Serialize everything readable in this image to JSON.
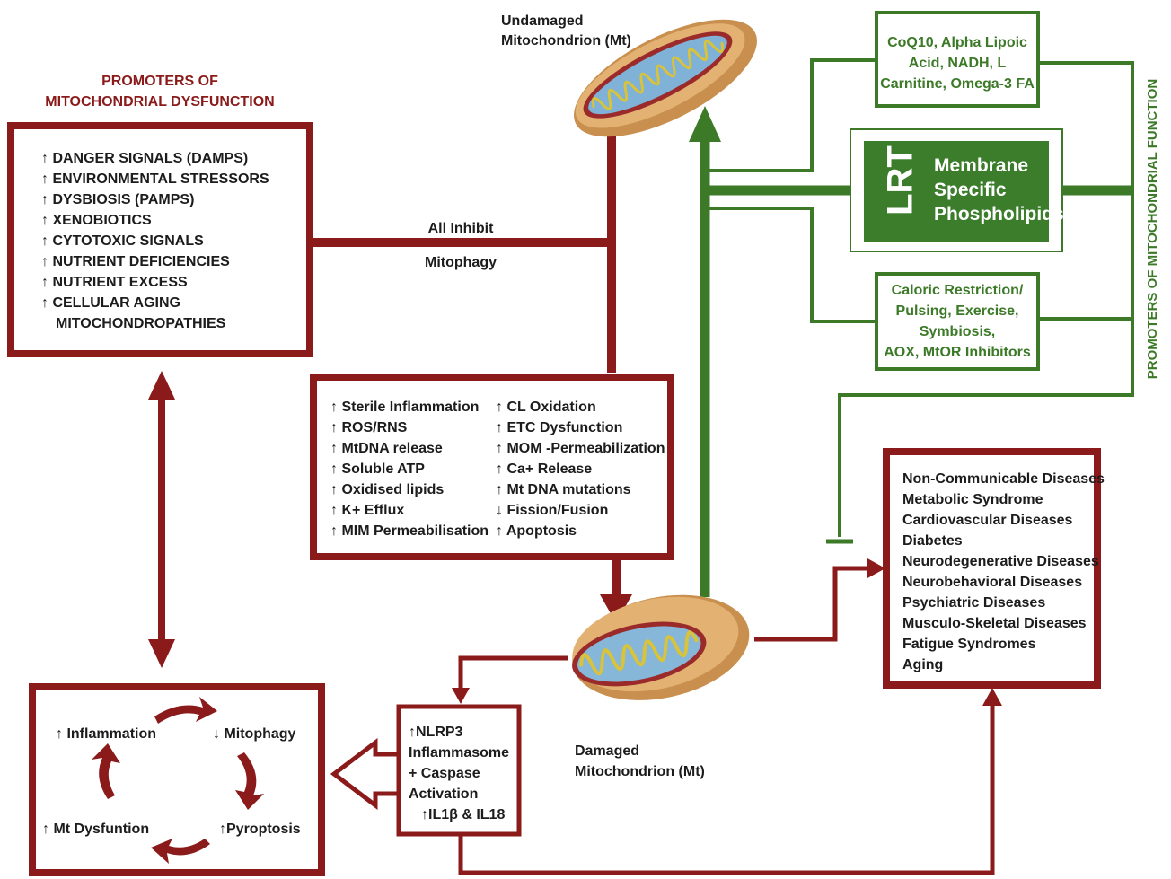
{
  "colors": {
    "red": "#8b1a1a",
    "green": "#3c7a28",
    "text": "#1c1c1c",
    "lrt_fill": "#3b7d2b",
    "mito_outer": "#d9a462",
    "mito_inner": "#8ab8d8"
  },
  "undamaged": {
    "line1": "Undamaged",
    "line2": "Mitochondrion (Mt)"
  },
  "damaged": {
    "line1": "Damaged",
    "line2": "Mitochondrion (Mt)"
  },
  "promoters_dysfunction": {
    "title_line1": "PROMOTERS OF",
    "title_line2": "MITOCHONDRIAL DYSFUNCTION",
    "items": [
      "↑ DANGER SIGNALS (DAMPS)",
      "↑ ENVIRONMENTAL STRESSORS",
      "↑ DYSBIOSIS (PAMPS)",
      "↑ XENOBIOTICS",
      "↑ CYTOTOXIC SIGNALS",
      "↑ NUTRIENT DEFICIENCIES",
      "↑ NUTRIENT EXCESS",
      "↑ CELLULAR AGING",
      "MITOCHONDROPATHIES"
    ]
  },
  "inhibit": {
    "line1": "All Inhibit",
    "line2": "Mitophagy"
  },
  "effects": {
    "left": [
      "↑ Sterile Inflammation",
      "↑ ROS/RNS",
      "↑ MtDNA release",
      "↑ Soluble ATP",
      "↑ Oxidised lipids",
      "↑ K+ Efflux",
      "↑ MIM Permeabilisation"
    ],
    "right": [
      "↑ CL Oxidation",
      "↑ ETC Dysfunction",
      "↑ MOM -Permeabilization",
      "↑ Ca+ Release",
      "↑ Mt DNA mutations",
      "↓ Fission/Fusion",
      "↑ Apoptosis"
    ]
  },
  "promoters_function": {
    "title": "PROMOTERS OF MITOCHONDRIAL FUNCTION",
    "supplements": [
      "CoQ10, Alpha Lipoic",
      "Acid, NADH, L",
      "Carnitine, Omega-3 FA"
    ],
    "lrt_logo": "LRT",
    "lrt_text": [
      "Membrane",
      "Specific",
      "Phospholipids"
    ],
    "lifestyle": [
      "Caloric Restriction/",
      "Pulsing, Exercise,",
      "Symbiosis,",
      "AOX, MtOR Inhibitors"
    ]
  },
  "diseases": [
    "Non-Communicable Diseases",
    "Metabolic Syndrome",
    "Cardiovascular Diseases",
    "Diabetes",
    "Neurodegenerative Diseases",
    "Neurobehavioral Diseases",
    "Psychiatric Diseases",
    "Musculo-Skeletal Diseases",
    "Fatigue Syndromes",
    "Aging"
  ],
  "nlrp3": [
    "↑NLRP3",
    "Inflammasome",
    "+ Caspase",
    "Activation",
    "↑IL1β & IL18"
  ],
  "cycle": {
    "inflammation": "↑ Inflammation",
    "mitophagy": "↓ Mitophagy",
    "pyroptosis": "↑Pyroptosis",
    "mt_dysfunction": "↑ Mt Dysfuntion"
  }
}
